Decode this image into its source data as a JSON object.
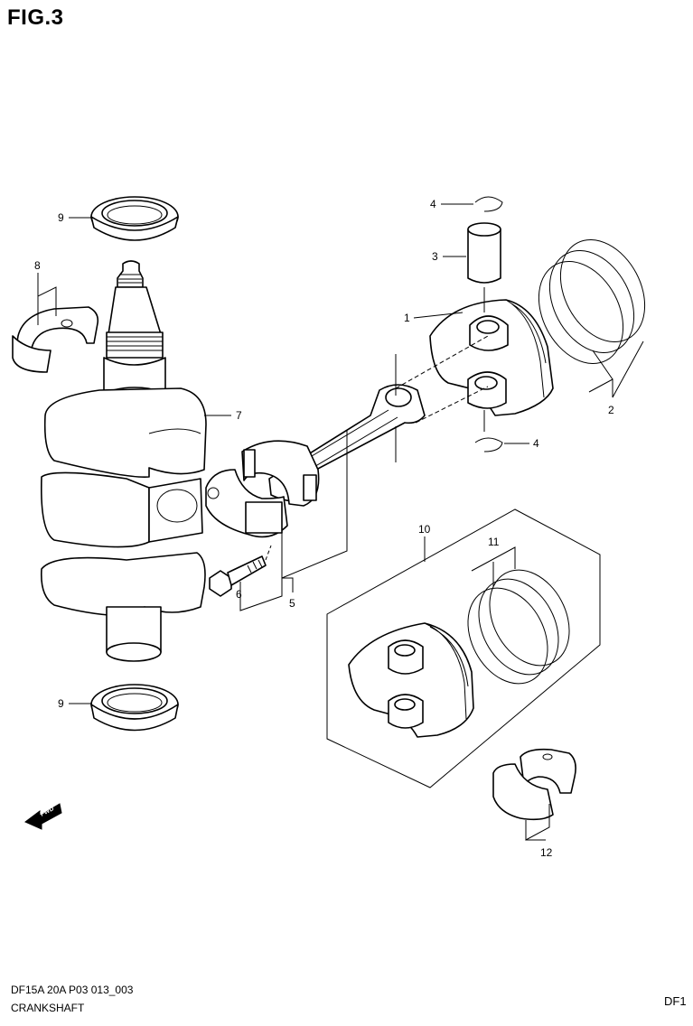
{
  "figure_title": "FIG.3",
  "callouts": [
    {
      "id": "c1",
      "label": "1"
    },
    {
      "id": "c2",
      "label": "2"
    },
    {
      "id": "c3",
      "label": "3"
    },
    {
      "id": "c4a",
      "label": "4"
    },
    {
      "id": "c4b",
      "label": "4"
    },
    {
      "id": "c5",
      "label": "5"
    },
    {
      "id": "c6",
      "label": "6"
    },
    {
      "id": "c7",
      "label": "7"
    },
    {
      "id": "c8",
      "label": "8"
    },
    {
      "id": "c9a",
      "label": "9"
    },
    {
      "id": "c9b",
      "label": "9"
    },
    {
      "id": "c10",
      "label": "10"
    },
    {
      "id": "c11",
      "label": "11"
    },
    {
      "id": "c12",
      "label": "12"
    }
  ],
  "fwd_label": "FWD",
  "footer": {
    "code": "DF15A 20A  P03 013_003",
    "name": "CRANKSHAFT",
    "corner": "DF1"
  }
}
